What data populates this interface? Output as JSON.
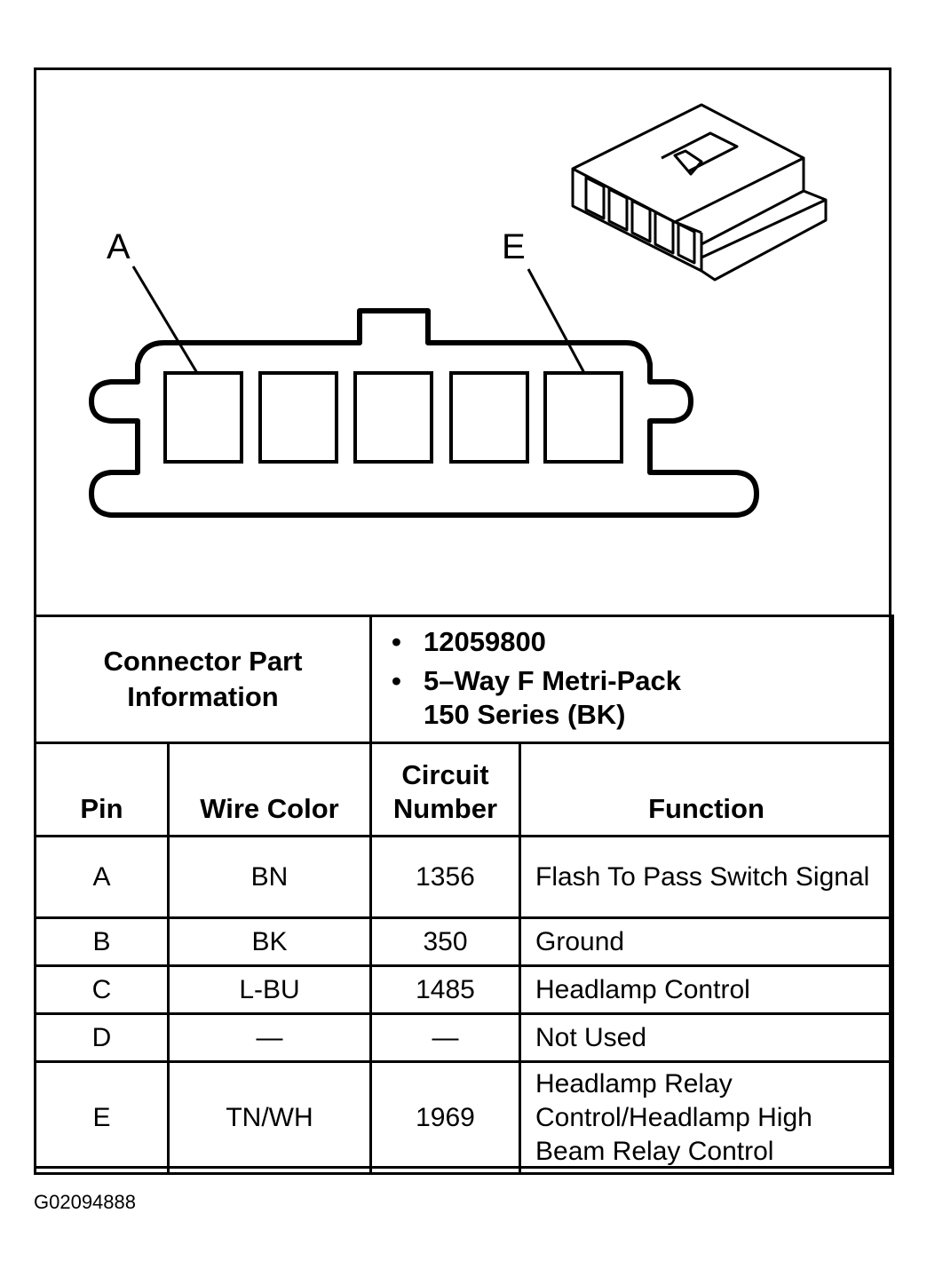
{
  "diagram": {
    "pin_label_left": "A",
    "pin_label_right": "E",
    "cavity_count": 5
  },
  "connector_info": {
    "label": "Connector Part Information",
    "bullet_symbol": "•",
    "part_number": "12059800",
    "description_line1": "5–Way F Metri-Pack",
    "description_line2": "150 Series (BK)"
  },
  "table": {
    "headers": {
      "pin": "Pin",
      "wire_color": "Wire Color",
      "circuit_number_line1": "Circuit",
      "circuit_number_line2": "Number",
      "function": "Function"
    },
    "rows": [
      {
        "pin": "A",
        "wire_color": "BN",
        "circuit": "1356",
        "function": "Flash To Pass Switch Signal"
      },
      {
        "pin": "B",
        "wire_color": "BK",
        "circuit": "350",
        "function": "Ground"
      },
      {
        "pin": "C",
        "wire_color": "L-BU",
        "circuit": "1485",
        "function": "Headlamp Control"
      },
      {
        "pin": "D",
        "wire_color": "—",
        "circuit": "—",
        "function": "Not Used"
      },
      {
        "pin": "E",
        "wire_color": "TN/WH",
        "circuit": "1969",
        "function": "Headlamp Relay Control/Headlamp High Beam Relay Control"
      }
    ]
  },
  "figure_id": "G02094888"
}
